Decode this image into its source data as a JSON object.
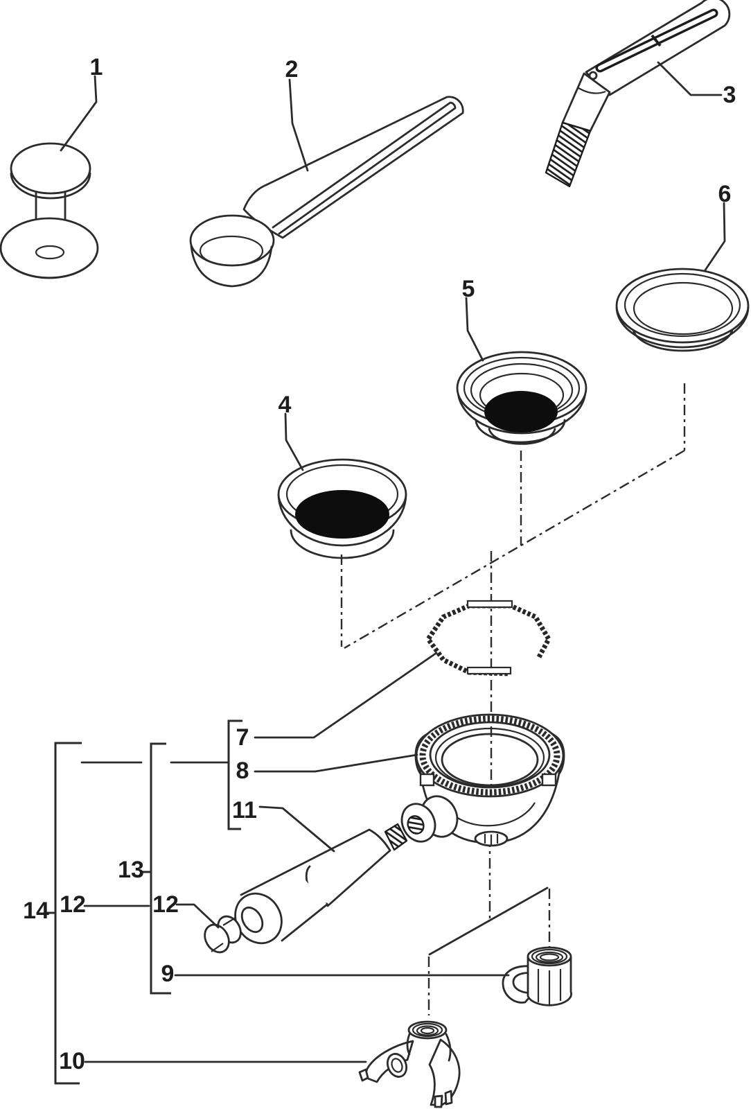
{
  "diagram": {
    "kind": "exploded-parts-diagram",
    "colors": {
      "background": "#ffffff",
      "line": "#2b2b2b",
      "label": "#1d1d1d",
      "dark_fill": "#0d0d0d"
    },
    "labels": [
      {
        "text": "1"
      },
      {
        "text": "2"
      },
      {
        "text": "3"
      },
      {
        "text": "4"
      },
      {
        "text": "5"
      },
      {
        "text": "6"
      },
      {
        "text": "7"
      },
      {
        "text": "8"
      },
      {
        "text": "9"
      },
      {
        "text": "10"
      },
      {
        "text": "11"
      },
      {
        "text": "12"
      },
      {
        "text": "12"
      },
      {
        "text": "13"
      },
      {
        "text": "14"
      }
    ]
  }
}
